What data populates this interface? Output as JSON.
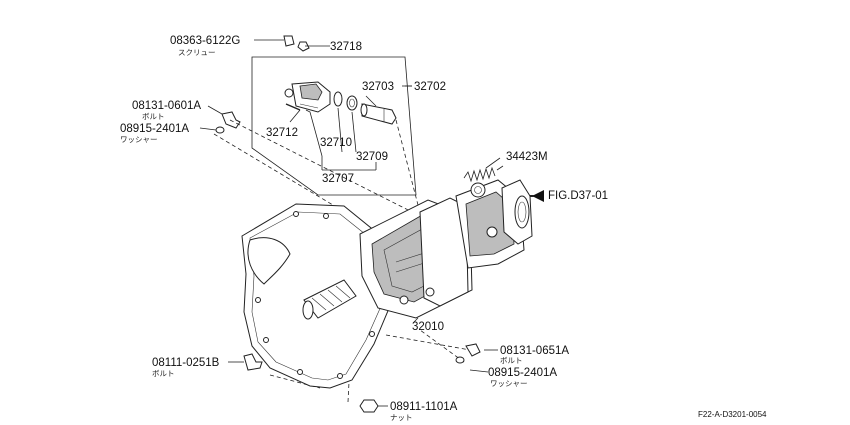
{
  "labels": {
    "screw_pn": "08363-6122G",
    "screw_jp": "スクリュー",
    "p32718": "32718",
    "p32703": "32703",
    "p32702": "32702",
    "bolt_top_pn": "08131-0601A",
    "bolt_top_jp": "ボルト",
    "washer_top_pn": "08915-2401A",
    "washer_top_jp": "ワッシャー",
    "p32712": "32712",
    "p32710": "32710",
    "p32709": "32709",
    "p32707": "32707",
    "p34423m": "34423M",
    "fig_ref": "FIG.D37-01",
    "p32010": "32010",
    "bolt_left_pn": "08111-0251B",
    "bolt_left_jp": "ボルト",
    "bolt_right_pn": "08131-0651A",
    "bolt_right_jp": "ボルト",
    "washer_right_pn": "08915-2401A",
    "washer_right_jp": "ワッシャー",
    "nut_pn": "08911-1101A",
    "nut_jp": "ナット",
    "drawing_code": "F22-A-D3201-0054"
  }
}
